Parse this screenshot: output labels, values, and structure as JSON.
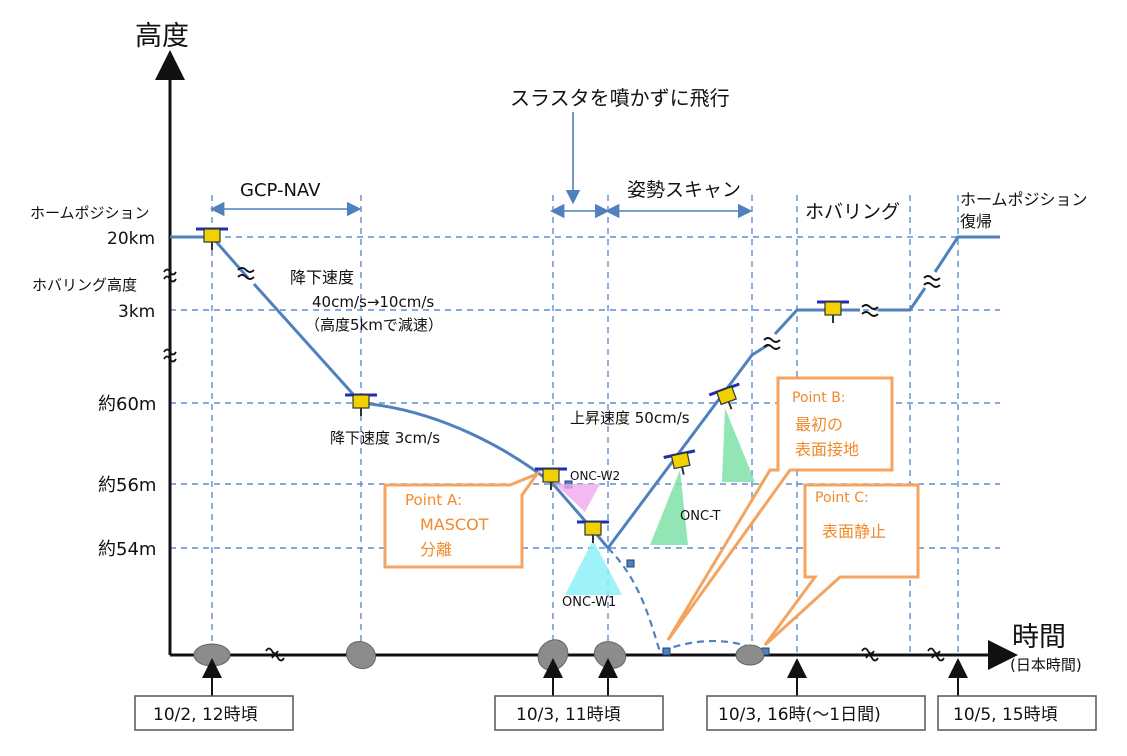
{
  "y_axis_title": "高度",
  "x_axis_title": "時間",
  "x_axis_subtitle": "(日本時間)",
  "altitude_labels": {
    "home_position_label": "ホームポジション",
    "home_alt": "20km",
    "hover_alt_label": "ホバリング高度",
    "hover_alt": "3km",
    "alt_60": "約60m",
    "alt_56": "約56m",
    "alt_54": "約54m"
  },
  "phases": {
    "gcp_nav": "GCP-NAV",
    "thruster_free": "スラスタを噴かずに飛行",
    "attitude_scan": "姿勢スキャン",
    "hovering": "ホバリング",
    "return_home_line1": "ホームポジション",
    "return_home_line2": "復帰"
  },
  "annotations": {
    "descent_speed": "降下速度",
    "descent_speed_detail": "40cm/s→10cm/s",
    "descent_speed_note": "（高度5kmで減速）",
    "descent_speed_final": "降下速度 3cm/s",
    "ascent_speed": "上昇速度 50cm/s",
    "onc_w2": "ONC-W2",
    "onc_w1": "ONC-W1",
    "onc_t": "ONC-T"
  },
  "callouts": {
    "point_a_title": "Point A:",
    "point_a_line1": "MASCOT",
    "point_a_line2": "分離",
    "point_b_title": "Point B:",
    "point_b_line1": "最初の",
    "point_b_line2": "表面接地",
    "point_c_title": "Point C:",
    "point_c_line1": "表面静止"
  },
  "time_labels": {
    "t1": "10/2, 12時頃",
    "t2": "10/3, 11時頃",
    "t3": "10/3, 16時(〜1日間)",
    "t4": "10/5, 15時頃"
  },
  "colors": {
    "trajectory": "#4f81bd",
    "grid": "#5b8fd1",
    "callout_border": "#f4a460",
    "callout_text": "#f08a2b",
    "spacecraft_body": "#f2d100",
    "solar_panel": "#1f2fb0",
    "fov_green": "#7fe0a8",
    "fov_cyan": "#8ff0f8",
    "fov_pink": "#f0a8f0",
    "rock": "#8c8c8c"
  },
  "icons": {
    "spacecraft": "hayabusa2-icon",
    "rock": "asteroid-rock-icon"
  }
}
